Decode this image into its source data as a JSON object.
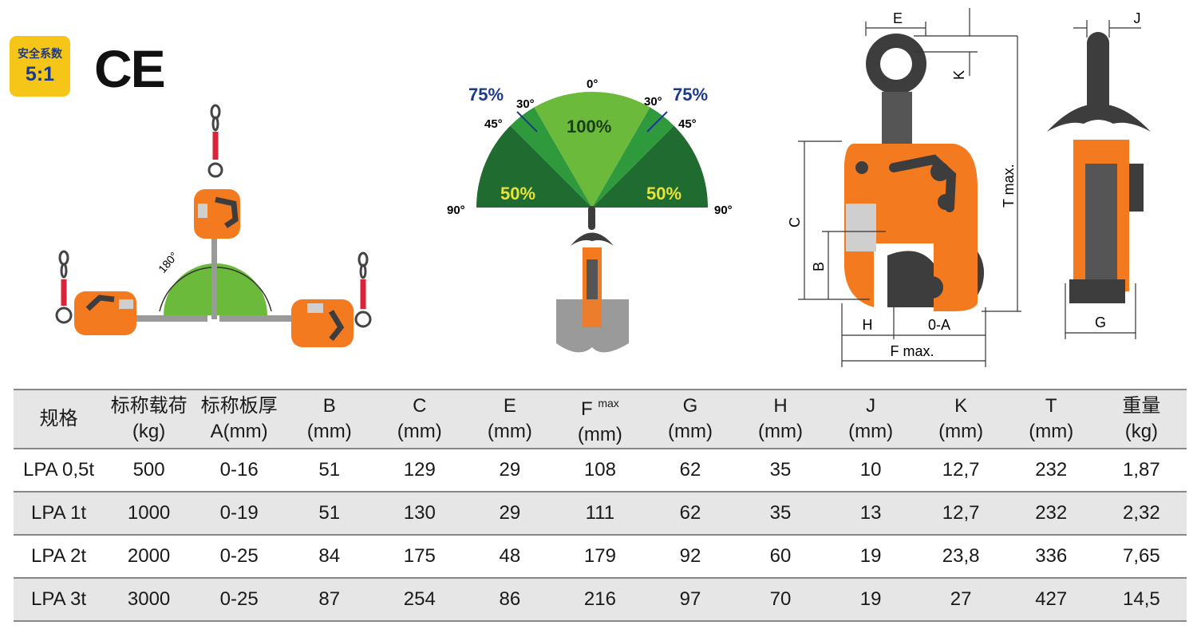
{
  "badge": {
    "line1": "安全系数",
    "line2": "5:1"
  },
  "ce_mark": "CE",
  "lift_diagram": {
    "angle_label": "180°"
  },
  "angle_diagram": {
    "deg_0": "0°",
    "deg_30_left": "30°",
    "deg_30_right": "30°",
    "deg_45_left": "45°",
    "deg_45_right": "45°",
    "deg_90_left": "90°",
    "deg_90_right": "90°",
    "pct_center": "100%",
    "pct_75_left": "75%",
    "pct_75_right": "75%",
    "pct_50_left": "50%",
    "pct_50_right": "50%"
  },
  "dimension_diagram": {
    "E": "E",
    "K": "K",
    "C": "C",
    "B": "B",
    "T": "T max.",
    "H": "H",
    "A": "0-A",
    "F": "F max.",
    "J": "J",
    "G": "G"
  },
  "colors": {
    "orange": "#f47a20",
    "dark": "#3d3d3d",
    "green_light": "#6cba3c",
    "green_mid": "#2e9a3c",
    "green_dark": "#1f6b30",
    "badge": "#f5c518",
    "blue": "#1b3a8c"
  },
  "table": {
    "headers": [
      {
        "top": "规格",
        "bottom": ""
      },
      {
        "top": "标称载荷",
        "bottom": "(kg)"
      },
      {
        "top": "标称板厚",
        "bottom": "A(mm)"
      },
      {
        "top": "B",
        "bottom": "(mm)"
      },
      {
        "top": "C",
        "bottom": "(mm)"
      },
      {
        "top": "E",
        "bottom": "(mm)"
      },
      {
        "top": "F",
        "sub": "max",
        "bottom": "(mm)"
      },
      {
        "top": "G",
        "bottom": "(mm)"
      },
      {
        "top": "H",
        "bottom": "(mm)"
      },
      {
        "top": "J",
        "bottom": "(mm)"
      },
      {
        "top": "K",
        "bottom": "(mm)"
      },
      {
        "top": "T",
        "bottom": "(mm)"
      },
      {
        "top": "重量",
        "bottom": "(kg)"
      }
    ],
    "rows": [
      [
        "LPA 0,5t",
        "500",
        "0-16",
        "51",
        "129",
        "29",
        "108",
        "62",
        "35",
        "10",
        "12,7",
        "232",
        "1,87"
      ],
      [
        "LPA 1t",
        "1000",
        "0-19",
        "51",
        "130",
        "29",
        "111",
        "62",
        "35",
        "13",
        "12,7",
        "232",
        "2,32"
      ],
      [
        "LPA 2t",
        "2000",
        "0-25",
        "84",
        "175",
        "48",
        "179",
        "92",
        "60",
        "19",
        "23,8",
        "336",
        "7,65"
      ],
      [
        "LPA 3t",
        "3000",
        "0-25",
        "87",
        "254",
        "86",
        "216",
        "97",
        "70",
        "19",
        "27",
        "427",
        "14,5"
      ]
    ]
  }
}
